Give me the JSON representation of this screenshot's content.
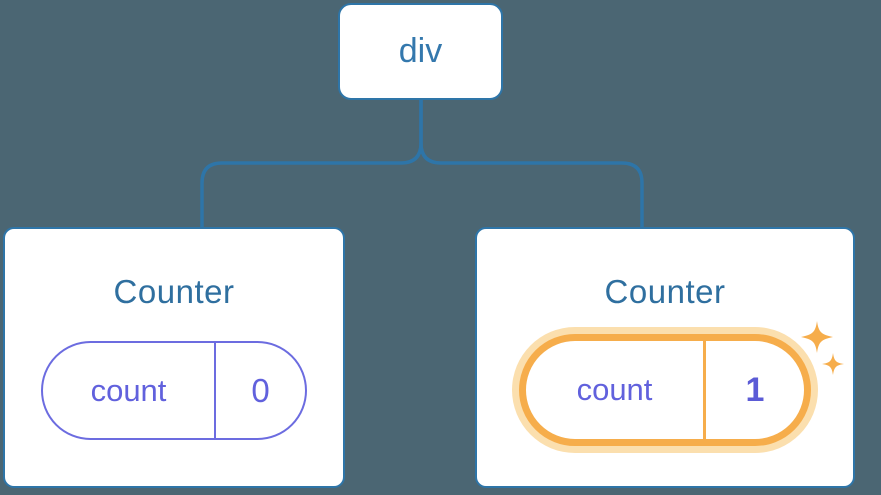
{
  "diagram": {
    "background": "#4b6673",
    "root": {
      "label": "div"
    },
    "children": [
      {
        "title": "Counter",
        "state_key": "count",
        "state_value": "0",
        "highlighted": false
      },
      {
        "title": "Counter",
        "state_key": "count",
        "state_value": "1",
        "highlighted": true
      }
    ],
    "colors": {
      "background": "#4b6673",
      "connector": "#2e75a8",
      "node_background": "#ffffff",
      "node_border": "#2e75a8",
      "root_label_text": "#3478ad",
      "component_title_text": "#2f6f9f",
      "state_pill_border": "#6c6ce0",
      "state_key_text": "#6161dd",
      "state_value_text": "#5b5bd6",
      "highlight_orange": "#f6ad4b",
      "highlight_glow": "#fbdfae"
    }
  }
}
